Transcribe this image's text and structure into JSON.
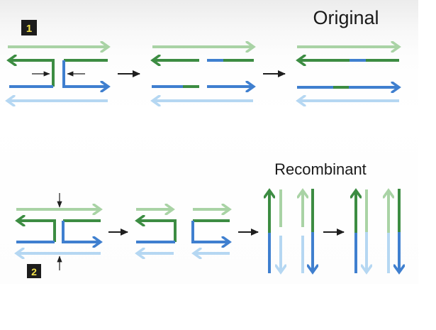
{
  "colors": {
    "light_green": "#a9d3a5",
    "dark_green": "#3c8c42",
    "blue": "#3f7fcf",
    "light_blue": "#b5d7f2",
    "black": "#1e1e1e",
    "badge_bg": "#1c1c1c",
    "badge_fg": "#f2e24a"
  },
  "panel_1": {
    "badge": "1",
    "title": "Original",
    "steps": [
      {
        "name": "double-strand-break-gap"
      },
      {
        "name": "gap-filled-intermediate"
      },
      {
        "name": "repaired-original"
      }
    ]
  },
  "panel_2": {
    "badge": "2",
    "title": "Recombinant",
    "steps": [
      {
        "name": "double-strand-cut-sites"
      },
      {
        "name": "cut-duplexes"
      },
      {
        "name": "nicked-recombinant"
      },
      {
        "name": "sealed-recombinant"
      }
    ]
  }
}
